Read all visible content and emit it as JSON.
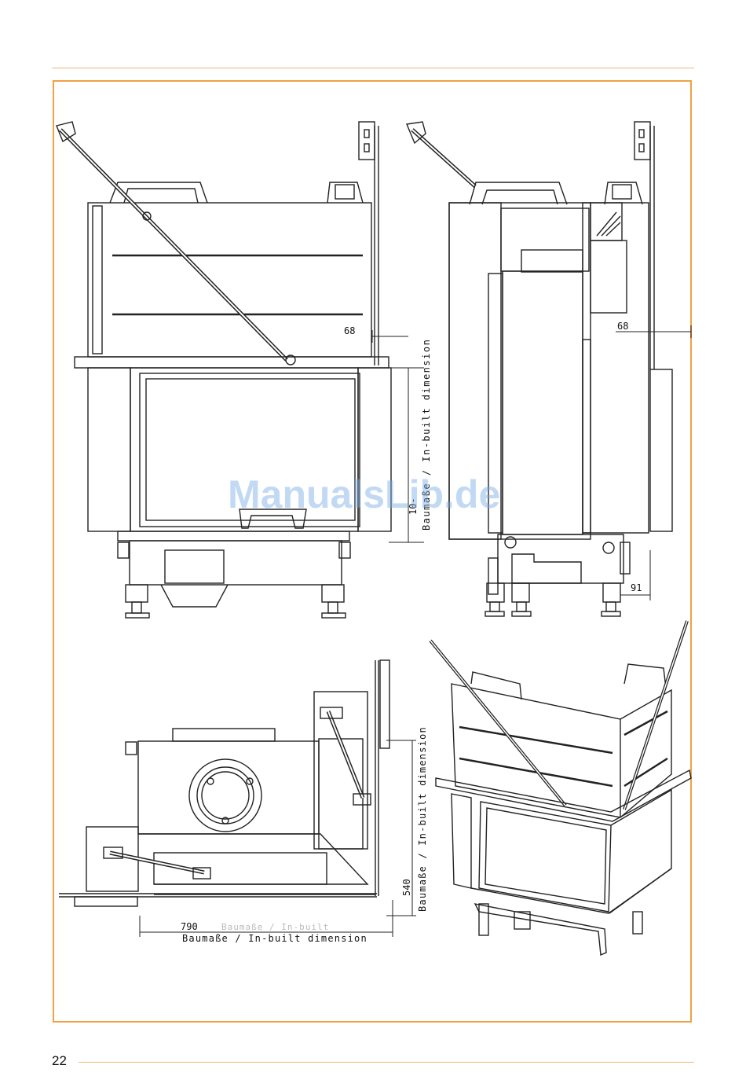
{
  "page": {
    "number": "22",
    "watermark": "ManualsLib.de",
    "accent_color": "#f0a045"
  },
  "front_view": {
    "dim_top": "68",
    "dim_vertical_value": "10-",
    "dim_vertical_label_1": "Baumaße / In-built dimension"
  },
  "side_view": {
    "dim_top": "68",
    "dim_bottom": "91"
  },
  "top_view": {
    "dim_width": "790",
    "dim_width_label_faded": "Baumaße / In-built",
    "dim_width_label": "Baumaße / In-built dimension",
    "dim_depth": "540",
    "dim_depth_label": "Baumaße / In-built dimension"
  }
}
